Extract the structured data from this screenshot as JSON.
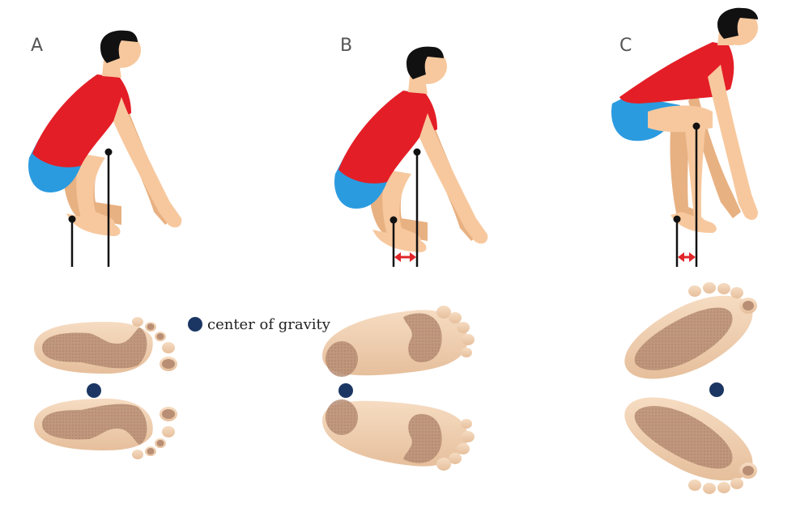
{
  "panels": [
    {
      "label": "A"
    },
    {
      "label": "B"
    },
    {
      "label": "C"
    }
  ],
  "legend": {
    "marker_color": "#1b3663",
    "text": "center of gravity"
  },
  "colors": {
    "shirt": "#e41e26",
    "shorts": "#2b9be0",
    "skin": "#f7c89e",
    "skin_shade": "#e8b182",
    "hair": "#111111",
    "line": "#111111",
    "arrow": "#e0262a",
    "sole": "#f0d3b5",
    "sole_contact": "#b88e74",
    "gravity_dot": "#1b3663"
  }
}
